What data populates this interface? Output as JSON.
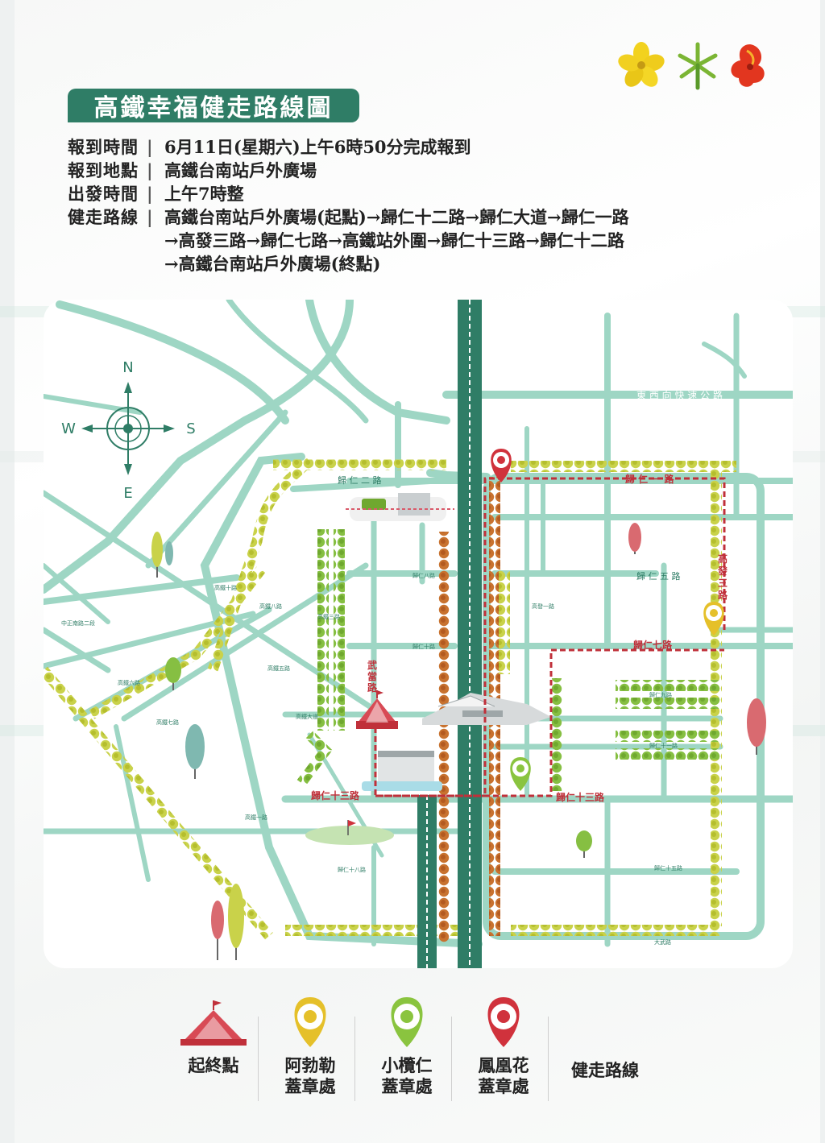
{
  "title": "高鐵幸福健走路線圖",
  "info": [
    {
      "label": "報到時間",
      "sep": "|",
      "value": "6月11日(星期六)上午6時50分完成報到"
    },
    {
      "label": "報到地點",
      "sep": "|",
      "value": "高鐵台南站戶外廣場"
    },
    {
      "label": "出發時間",
      "sep": "|",
      "value": "上午7時整"
    },
    {
      "label": "健走路線",
      "sep": "|",
      "value": "高鐵台南站戶外廣場(起點)→歸仁十二路→歸仁大道→歸仁一路"
    }
  ],
  "route_cont": [
    "→高發三路→歸仁七路→高鐵站外圍→歸仁十三路→歸仁十二路",
    "→高鐵台南站戶外廣場(終點)"
  ],
  "compass": {
    "n": "N",
    "s": "S",
    "w": "W",
    "e": "E"
  },
  "map_labels": {
    "expressway": "東 西 向 快 速 公 路",
    "guiren2": "歸 仁 二 路",
    "guiren1": "歸 仁 一 路",
    "guiren5": "歸 仁 五 路",
    "guiren7": "歸仁七路",
    "guiren13_left": "歸仁十三路",
    "guiren13_right": "歸仁十三路",
    "gaofa3": "高發三路",
    "wudang": "武當路",
    "guiren8": "歸仁八路",
    "guiren10": "歸仁十路",
    "guiren18": "歸仁十八路",
    "guiren15": "歸仁十五路",
    "guiren9": "歸仁九路",
    "guiren11": "歸仁十一路",
    "gaotie10": "高鐵十路",
    "gaotie8": "高鐵八路",
    "gaotie3": "高鐵三路",
    "gaotie5": "高鐵五路",
    "gaotie6": "高鐵六路",
    "gaotie7": "高鐵七路",
    "gaotie_ave": "高鐵大道",
    "gaotie1": "高鐵一路",
    "gaofa1": "高發一路",
    "zhongzheng": "中正南路二段",
    "dawu": "大武路"
  },
  "legend": [
    {
      "label1": "起終點",
      "label2": "",
      "icon": "tent-icon"
    },
    {
      "label1": "阿勃勒",
      "label2": "蓋章處",
      "icon": "golden-shower-pin-icon"
    },
    {
      "label1": "小欖仁",
      "label2": "蓋章處",
      "icon": "terminalia-pin-icon"
    },
    {
      "label1": "鳳凰花",
      "label2": "蓋章處",
      "icon": "flame-tree-pin-icon"
    },
    {
      "label1": "健走路線",
      "label2": "",
      "icon": "dashed-route-icon"
    }
  ],
  "colors": {
    "road": "#9ed6c4",
    "rail": "#2f7d66",
    "route": "#c0303a",
    "tree_yellow": "#c9d24a",
    "tree_red": "#c2572a",
    "title_bg": "#2f7d66",
    "pin_yellow": "#e5c02a",
    "pin_green": "#8ac43f",
    "pin_red": "#d0323c"
  }
}
